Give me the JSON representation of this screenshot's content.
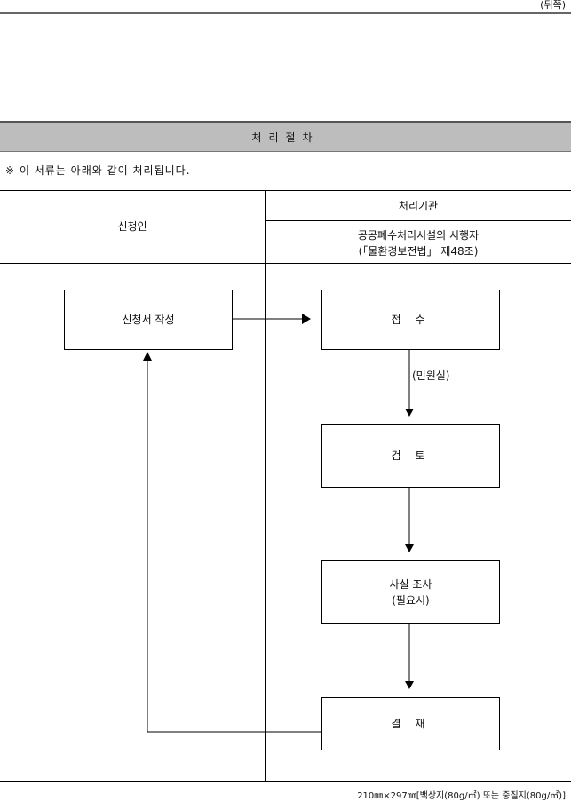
{
  "header": {
    "back_side_label": "(뒤쪽)"
  },
  "section": {
    "title": "처리절차"
  },
  "note": "※ 이 서류는 아래와 같이 처리됩니다.",
  "table": {
    "applicant_header": "신청인",
    "agency_header": "처리기관",
    "agency_detail_line1": "공공폐수처리시설의 시행자",
    "agency_detail_line2": "(「물환경보전법」 제48조)"
  },
  "flow": {
    "write_application": "신청서 작성",
    "receipt": "접 수",
    "receipt_place": "(민원실)",
    "review": "검 토",
    "fact_check_line1": "사실 조사",
    "fact_check_line2": "(필요시)",
    "approval": "결 재"
  },
  "footer": {
    "paper_spec": "210㎜×297㎜[백상지(80g/㎡) 또는 중질지(80g/㎡)]"
  }
}
